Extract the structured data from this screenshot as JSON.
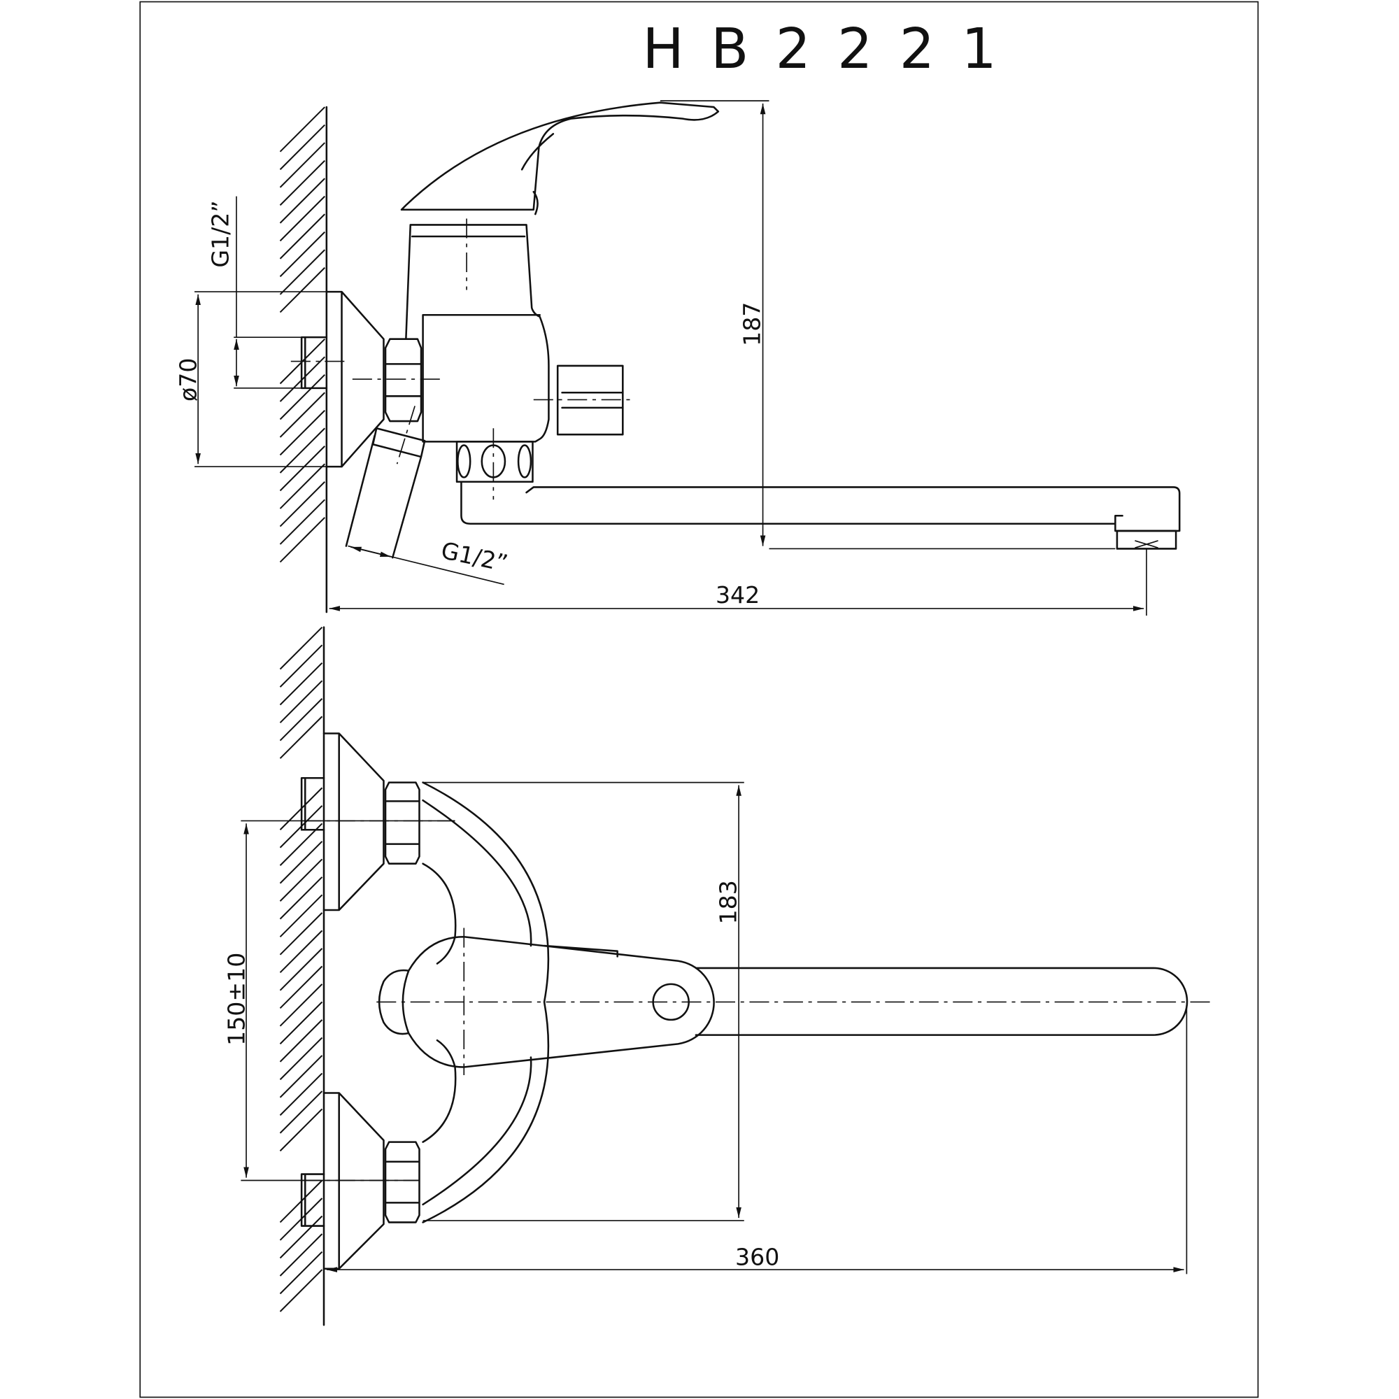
{
  "title": "HB2221",
  "side_view": {
    "dim_height": "187",
    "dim_projection": "342",
    "dim_flange_diameter": "ø70",
    "dim_wall_inlet_thread": "G1/2”",
    "dim_angled_inlet_thread": "G1/2”"
  },
  "plan_view": {
    "dim_body_width": "183",
    "dim_inlet_spacing": "150±10",
    "dim_spout_reach": "360"
  }
}
